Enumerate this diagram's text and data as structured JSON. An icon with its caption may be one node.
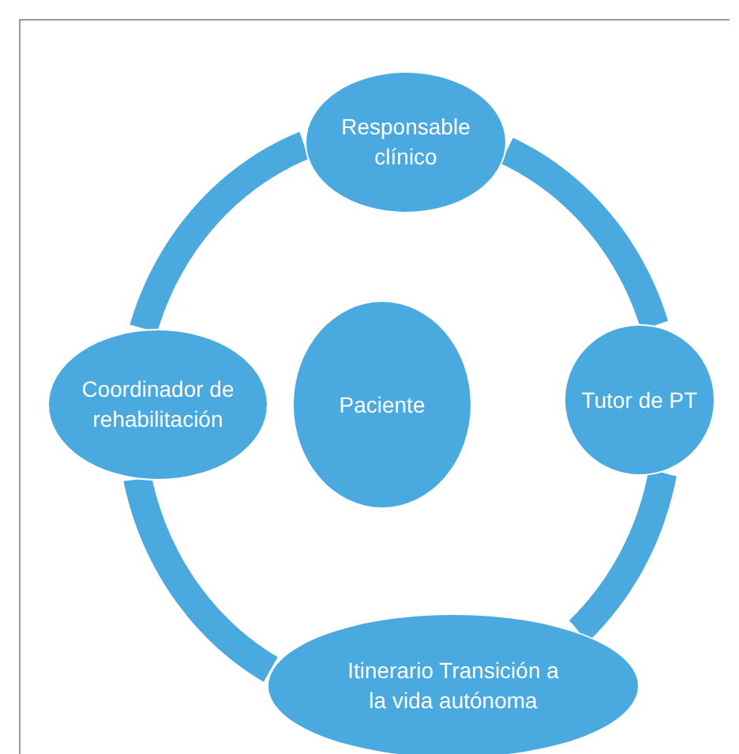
{
  "diagram": {
    "nodes": [
      {
        "text": [
          "Responsable clínico"
        ]
      },
      {
        "text": [
          "Coordinador de rehabilitación"
        ]
      },
      {
        "text": [
          "Paciente"
        ]
      },
      {
        "text": [
          "Tutor de PT"
        ]
      },
      {
        "text": [
          "Itinerario Transición a la vida autónoma"
        ]
      }
    ],
    "edges": [
      {
        "from": 0,
        "to": 3,
        "arrow": "none"
      },
      {
        "from": 3,
        "to": 4,
        "arrow": "none"
      },
      {
        "from": 4,
        "to": 1,
        "arrow": "none"
      },
      {
        "from": 1,
        "to": 0,
        "arrow": "none"
      }
    ]
  }
}
